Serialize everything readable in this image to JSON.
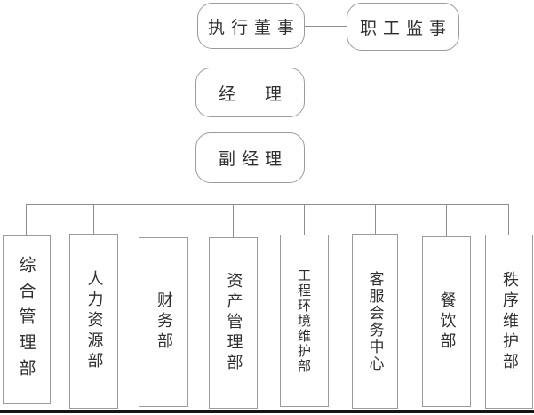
{
  "org_chart": {
    "nodes": {
      "executive_director": "执行董事",
      "employee_supervisor": "职工监事",
      "manager": "经　理",
      "deputy_manager": "副经理"
    },
    "departments": [
      {
        "label": "综合管理部"
      },
      {
        "label": "人力资源部"
      },
      {
        "label": "财务部"
      },
      {
        "label": "资产管理部"
      },
      {
        "label": "工程环境维护部"
      },
      {
        "label": "客服会务中心"
      },
      {
        "label": "餐饮部"
      },
      {
        "label": "秩序维护部"
      }
    ],
    "colors": {
      "box_border": "#9b9b9b",
      "connector": "#8d8d8d",
      "text": "#2f2f2f",
      "background": "#ffffff",
      "bottom_rule": "#151515"
    }
  }
}
